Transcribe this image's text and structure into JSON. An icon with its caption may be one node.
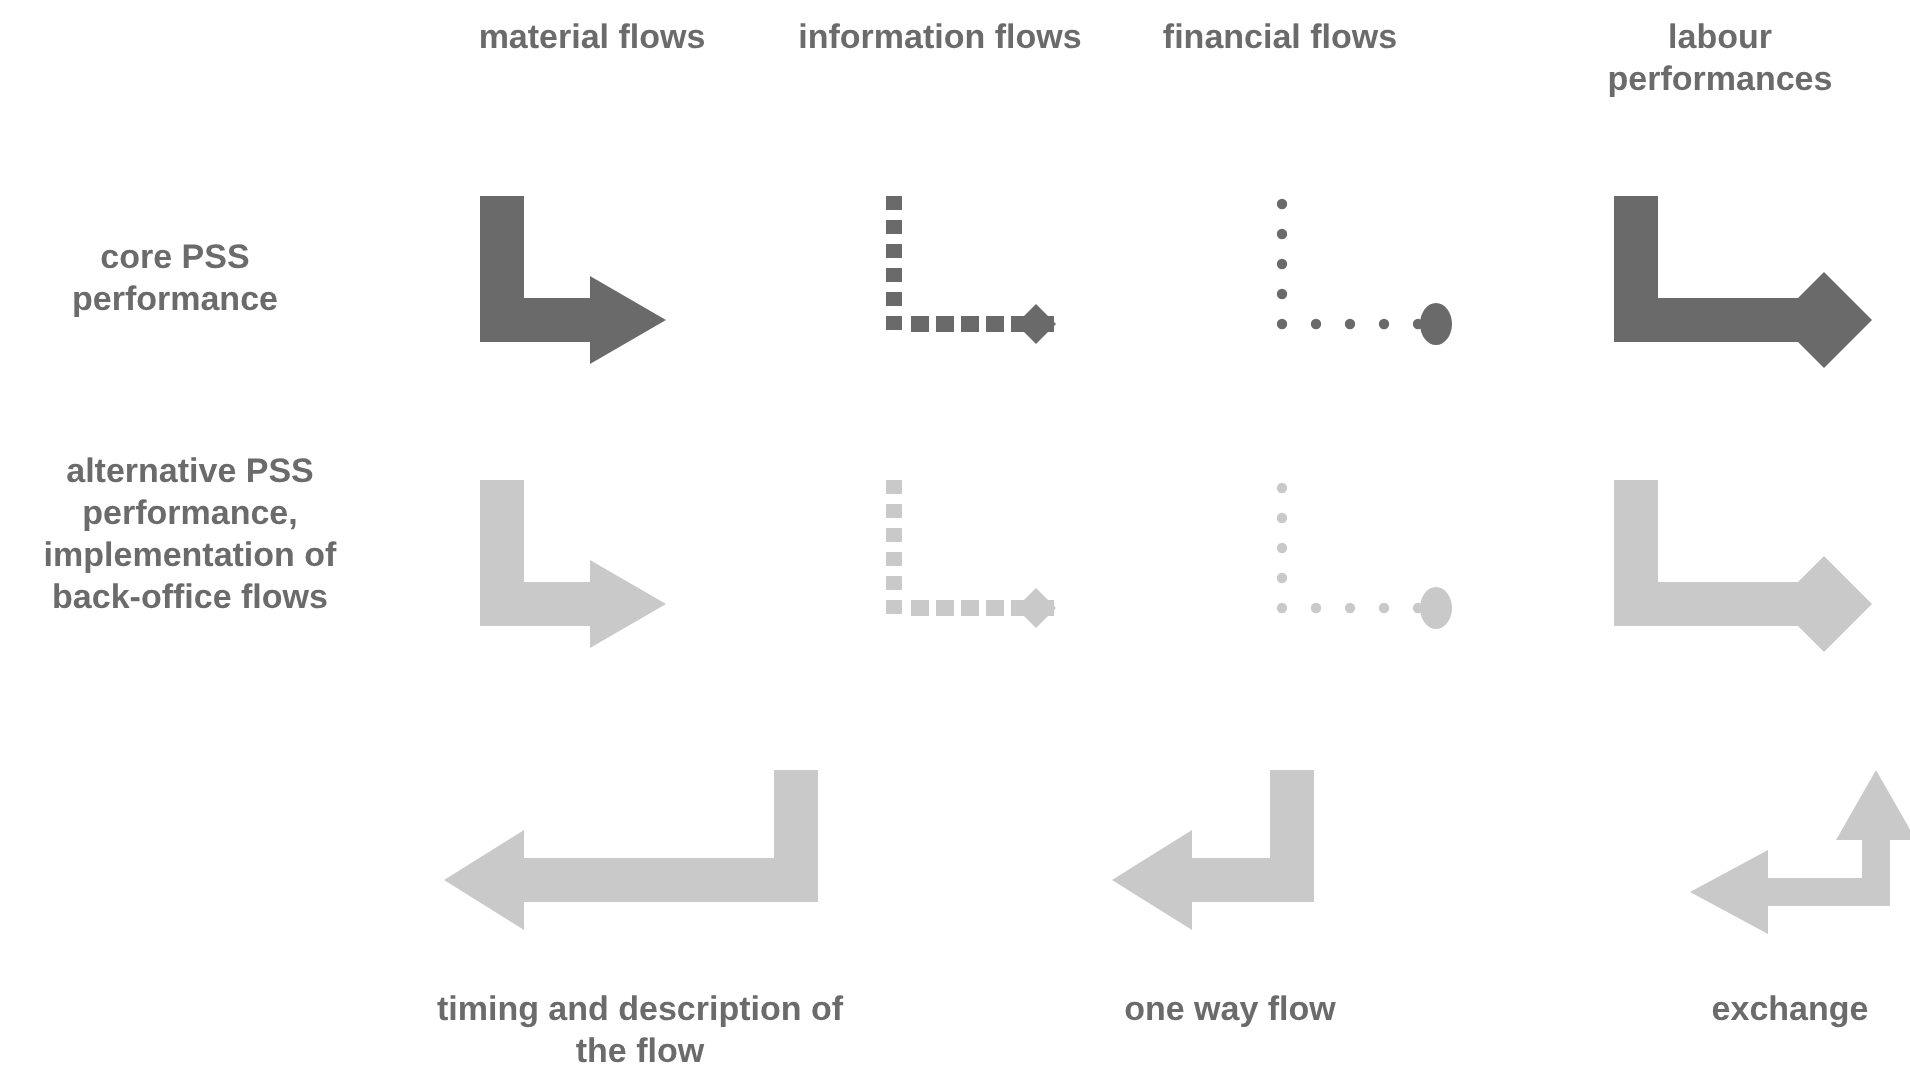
{
  "diagram": {
    "labels": [
      "material flows",
      "information flows",
      "financial flows",
      "labour performances",
      "core PSS performance",
      "alternative PSS performance, implementation of back-office flows"
    ],
    "legend": [
      {
        "text": "timing and description of the flow"
      },
      {
        "text": "one way flow"
      },
      {
        "text": "exchange"
      }
    ]
  }
}
